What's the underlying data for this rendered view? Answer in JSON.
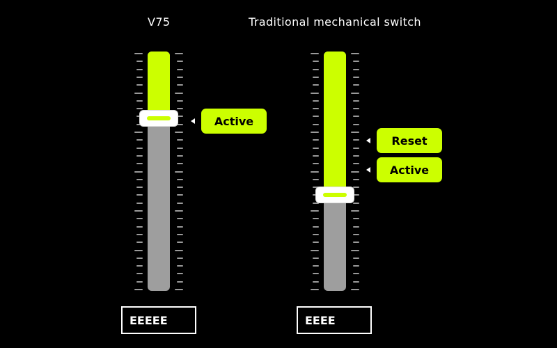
{
  "colors": {
    "accent": "#ccff00",
    "track": "#9e9e9e",
    "background": "#000000"
  },
  "left_switch": {
    "title": "V75",
    "fill_fraction": 0.28,
    "labels": [
      "Active"
    ],
    "value_box": "EEEEE"
  },
  "right_switch": {
    "title": "Traditional mechanical switch",
    "fill_fraction": 0.6,
    "labels": [
      "Reset",
      "Active"
    ],
    "value_box": "EEEE"
  }
}
